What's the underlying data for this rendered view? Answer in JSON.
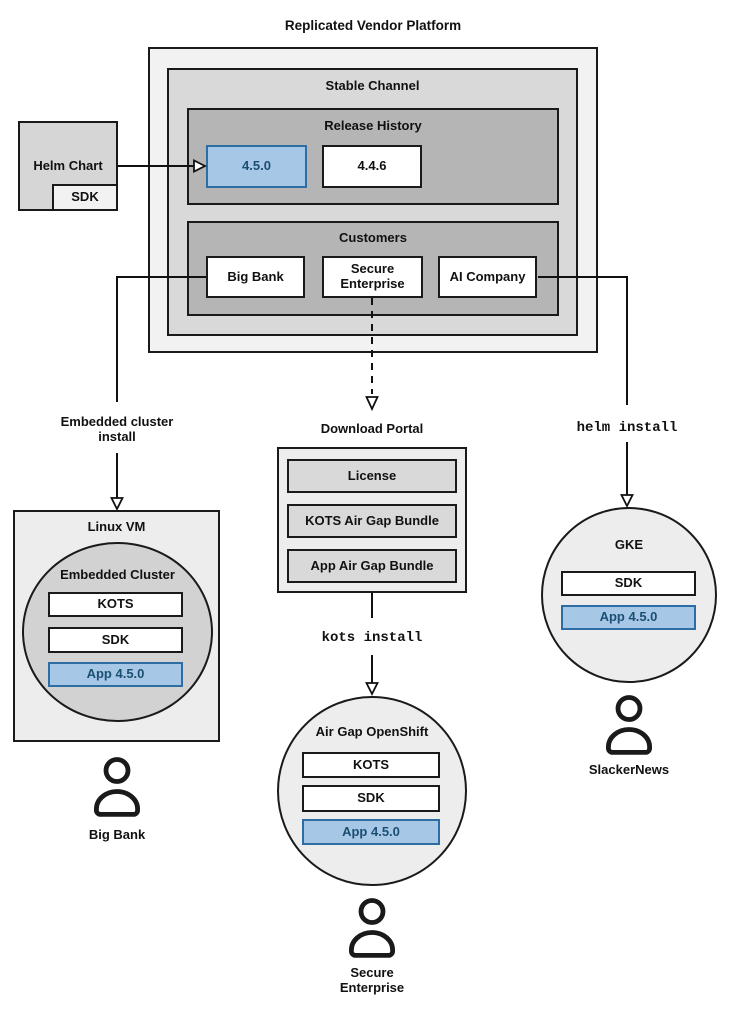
{
  "title": "Replicated Vendor Platform",
  "platform": {
    "stable_channel_label": "Stable Channel",
    "release_history_label": "Release History",
    "releases": [
      "4.5.0",
      "4.4.6"
    ],
    "customers_label": "Customers",
    "customers": [
      "Big Bank",
      "Secure Enterprise",
      "AI Company"
    ]
  },
  "helm_chart": {
    "label": "Helm Chart",
    "sdk": "SDK"
  },
  "left_flow": {
    "arrow_label": "Embedded cluster\ninstall",
    "vm_label": "Linux VM",
    "cluster_label": "Embedded Cluster",
    "components": [
      "KOTS",
      "SDK",
      "App 4.5.0"
    ],
    "user": "Big Bank"
  },
  "center_flow": {
    "portal_label": "Download Portal",
    "portal_items": [
      "License",
      "KOTS Air Gap Bundle",
      "App Air Gap Bundle"
    ],
    "command": "kots install",
    "cluster_label": "Air Gap OpenShift",
    "components": [
      "KOTS",
      "SDK",
      "App 4.5.0"
    ],
    "user": "Secure\nEnterprise"
  },
  "right_flow": {
    "command": "helm install",
    "cluster_label": "GKE",
    "components": [
      "SDK",
      "App 4.5.0"
    ],
    "user": "SlackerNews"
  },
  "colors": {
    "highlight_fill": "#a7c7e7",
    "highlight_border": "#2e6da4",
    "highlight_text": "#1b4f72"
  }
}
